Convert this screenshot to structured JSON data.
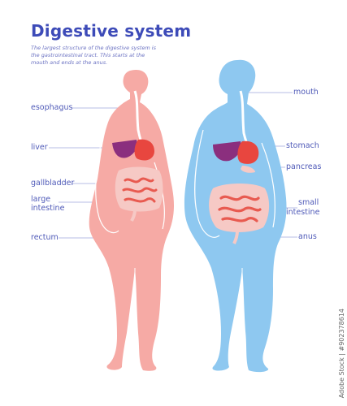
{
  "title": "Digestive system",
  "subtitle": "The largest structure of the digestive system is the gastrointestinal tract. This starts at the mouth and ends at the anus.",
  "labels_left": {
    "esophagus": "esophagus",
    "liver": "liver",
    "gallbladder": "gallbladder",
    "large_intestine_1": "large",
    "large_intestine_2": "intestine",
    "rectum": "rectum"
  },
  "labels_right": {
    "mouth": "mouth",
    "stomach": "stomach",
    "pancreas": "pancreas",
    "small_intestine_1": "small",
    "small_intestine_2": "intestine",
    "anus": "anus"
  },
  "stock_id": "Adobe Stock | #902378614",
  "colors": {
    "title": "#3d4bb8",
    "label": "#4f5ab8",
    "female_body": "#f6aaa5",
    "male_body": "#8ec8f0",
    "liver": "#8b2f7e",
    "stomach": "#e8463f",
    "intestine_large": "#f6c9c5",
    "intestine_small": "#e85a50"
  }
}
